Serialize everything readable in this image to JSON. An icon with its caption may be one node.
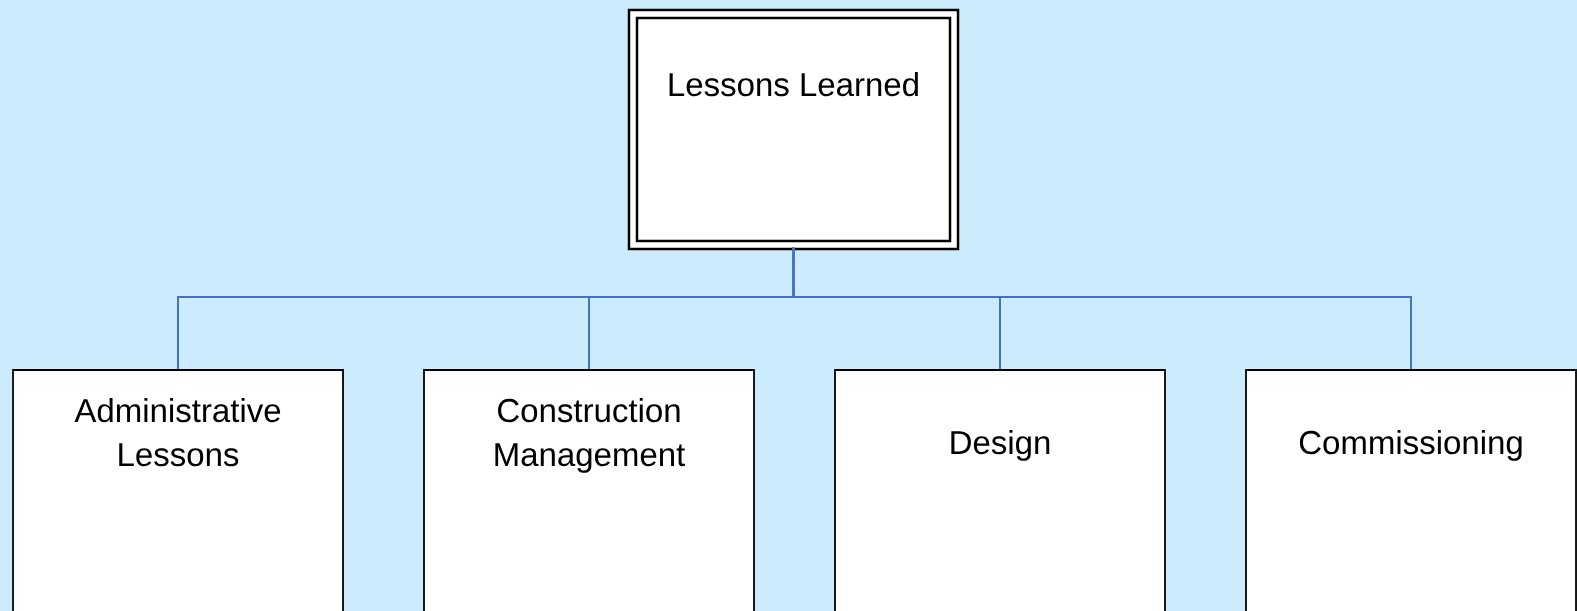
{
  "diagram": {
    "nodes": [
      {
        "text": [
          "Lessons Learned"
        ]
      },
      {
        "text": [
          "Administrative Lessons"
        ]
      },
      {
        "text": [
          "Construction Management"
        ]
      },
      {
        "text": [
          "Design"
        ]
      },
      {
        "text": [
          "Commissioning"
        ]
      }
    ],
    "edges": [
      {
        "from": 0,
        "to": 1,
        "arrow": "none"
      },
      {
        "from": 0,
        "to": 2,
        "arrow": "none"
      },
      {
        "from": 0,
        "to": 3,
        "arrow": "none"
      },
      {
        "from": 0,
        "to": 4,
        "arrow": "none"
      }
    ]
  }
}
